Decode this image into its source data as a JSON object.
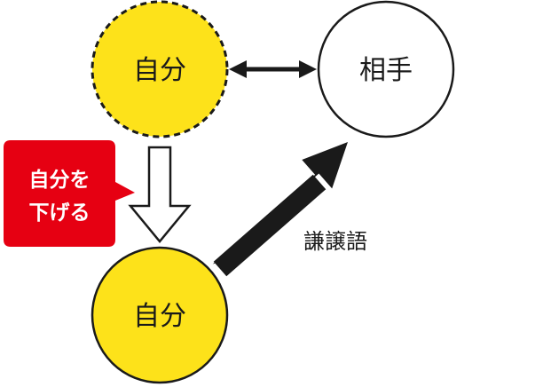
{
  "nodes": {
    "self_top": {
      "label": "自分"
    },
    "other": {
      "label": "相手"
    },
    "self_bottom": {
      "label": "自分"
    }
  },
  "callout": {
    "line1": "自分を",
    "line2": "下げる"
  },
  "edge_label": "謙譲語",
  "colors": {
    "self_fill": "#fde21a",
    "stroke": "#1a1a1a",
    "callout_fill": "#e60012",
    "other_fill": "#ffffff"
  }
}
